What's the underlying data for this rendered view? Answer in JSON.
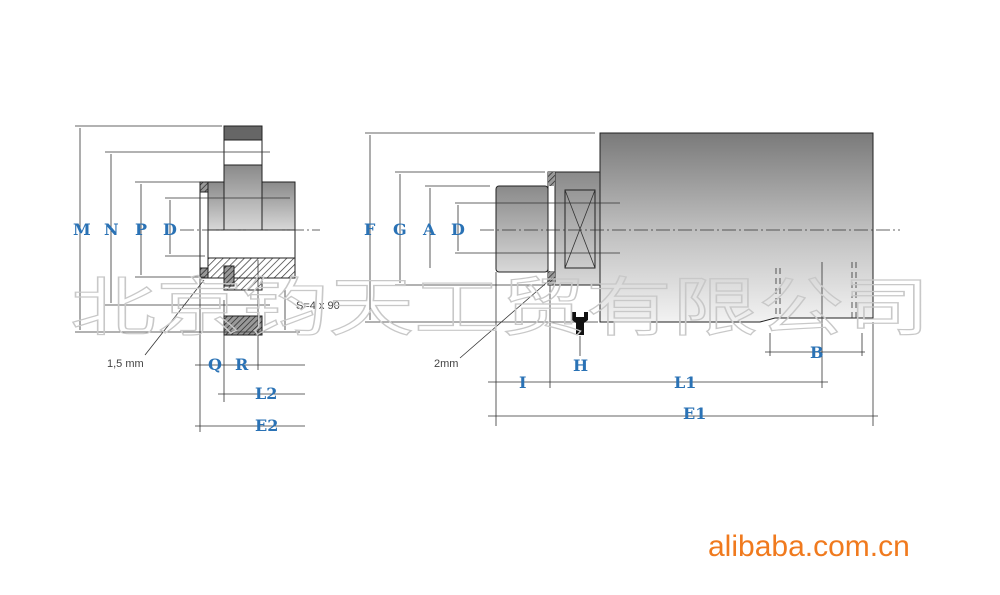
{
  "left_view": {
    "labels": {
      "M": "M",
      "N": "N",
      "P": "P",
      "D": "D",
      "Q": "Q",
      "R": "R",
      "L2": "L2",
      "E2": "E2"
    },
    "notes": {
      "seal": "1,5 mm",
      "bolts": "S=4 x 90"
    }
  },
  "right_view": {
    "labels": {
      "F": "F",
      "G": "G",
      "A": "A",
      "D": "D",
      "H": "H",
      "I": "I",
      "L1": "L1",
      "E1": "E1",
      "B": "B"
    },
    "notes": {
      "seal": "2mm"
    }
  },
  "watermark": "北京钧天工贸有限公司",
  "brand": "alibaba.com.cn",
  "colors": {
    "label": "#2a72b5",
    "brand": "#f07a1e"
  }
}
